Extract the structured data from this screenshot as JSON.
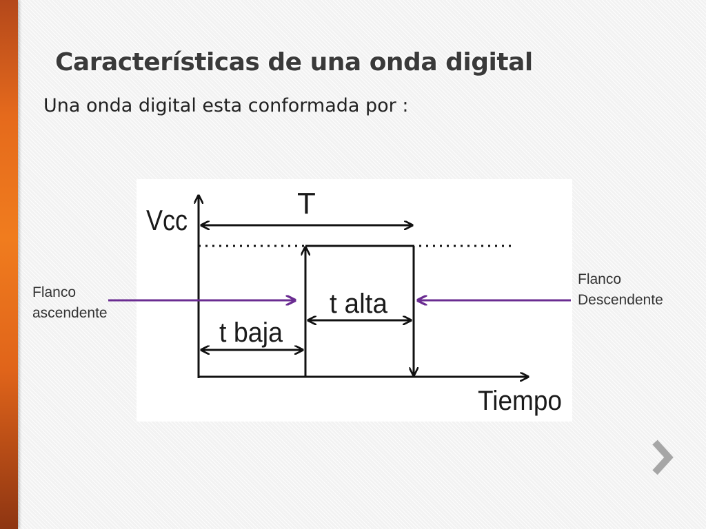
{
  "slide": {
    "title": "Características de una onda digital",
    "subtitle": "Una onda digital esta conformada por :"
  },
  "diagram": {
    "y_axis_label": "Vcc",
    "x_axis_label": "Tiempo",
    "period_label": "T",
    "high_time_label": "t alta",
    "low_time_label": "t baja"
  },
  "callouts": {
    "rising": {
      "line1": "Flanco",
      "line2": "ascendente"
    },
    "falling": {
      "line1": "Flanco",
      "line2": "Descendente"
    }
  },
  "colors": {
    "accent_bar": "#e8701d",
    "callout_arrow": "#6a2c91",
    "nav_chevron": "#a6a6a6"
  },
  "icons": {
    "next": "chevron-right-icon"
  }
}
